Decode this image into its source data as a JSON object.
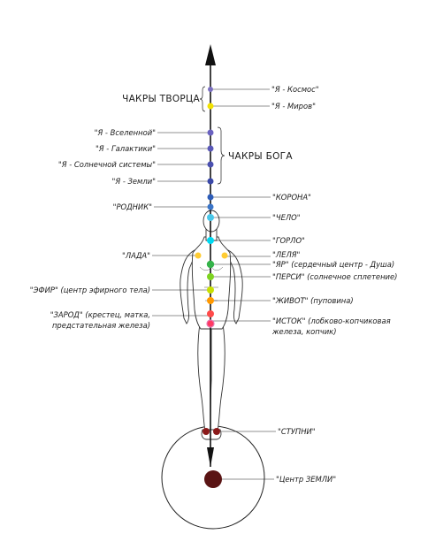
{
  "colors": {
    "axis": "#111111",
    "creator_top": "#7a6fc0",
    "creator_yellow": "#f2e200",
    "god_chakra": "#4a50b0",
    "crown": "#2e5db8",
    "brow": "#49c6e8",
    "throat": "#00d8f0",
    "lada": "#ffcc33",
    "heart": "#35b34a",
    "solar": "#7ed321",
    "belly": "#ffe000",
    "sacral": "#ff9900",
    "root": "#ff4a4a",
    "root_ring": "#e872b0",
    "feet": "#8b1a1a",
    "earth_center": "#5a1414"
  },
  "groups": {
    "creator": "ЧАКРЫ ТВОРЦА",
    "god": "ЧАКРЫ БОГА"
  },
  "labels": {
    "kosmos": "\"Я - Космос\"",
    "mirov": "\"Я - Миров\"",
    "vselennoy": "\"Я - Вселенной\"",
    "galaktiki": "\"Я - Галактики\"",
    "solnechnoy": "\"Я - Солнечной системы\"",
    "zemli": "\"Я - Земли\"",
    "korona": "\"КОРОНА\"",
    "rodnik": "\"РОДНИК\"",
    "chelo": "\"ЧЕЛО\"",
    "gorlo": "\"ГОРЛО\"",
    "lelya": "\"ЛЕЛЯ\"",
    "lada": "\"ЛАДА\"",
    "yar": "\"ЯР\" (сердечный центр - Душа)",
    "persi": "\"ПЕРСИ\" (солнечное сплетение)",
    "efir": "\"ЭФИР\" (центр эфирного тела)",
    "zhivot": "\"ЖИВОТ\" (пуповина)",
    "zarod_1": "\"ЗАРОД\" (крестец, матка,",
    "zarod_2": "предстательная железа)",
    "istok_1": "\"ИСТОК\" (лобково-копчиковая",
    "istok_2": "железа, копчик)",
    "stupni": "\"СТУПНИ\"",
    "centr_zemli": "\"Центр ЗЕМЛИ\""
  }
}
